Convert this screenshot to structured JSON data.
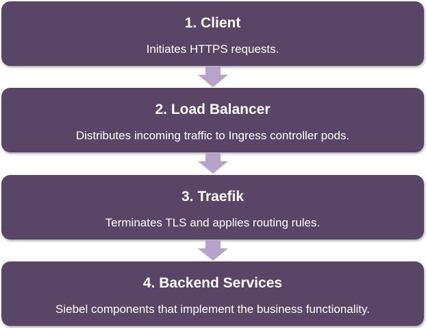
{
  "colors": {
    "box_fill": "#5b4566",
    "arrow_fill": "#b7a3c9",
    "text": "#ffffff"
  },
  "steps": [
    {
      "title": "1. Client",
      "description": "Initiates HTTPS requests."
    },
    {
      "title": "2. Load Balancer",
      "description": "Distributes incoming traffic to Ingress controller pods."
    },
    {
      "title": "3. Traefik",
      "description": "Terminates TLS and applies routing rules."
    },
    {
      "title": "4. Backend Services",
      "description": "Siebel components that implement the business functionality."
    }
  ],
  "connectors": [
    {
      "from": "1. Client",
      "to": "2. Load Balancer",
      "icon": "down-arrow-icon"
    },
    {
      "from": "2. Load Balancer",
      "to": "3. Traefik",
      "icon": "down-arrow-icon"
    },
    {
      "from": "3. Traefik",
      "to": "4. Backend Services",
      "icon": "down-arrow-icon"
    }
  ]
}
